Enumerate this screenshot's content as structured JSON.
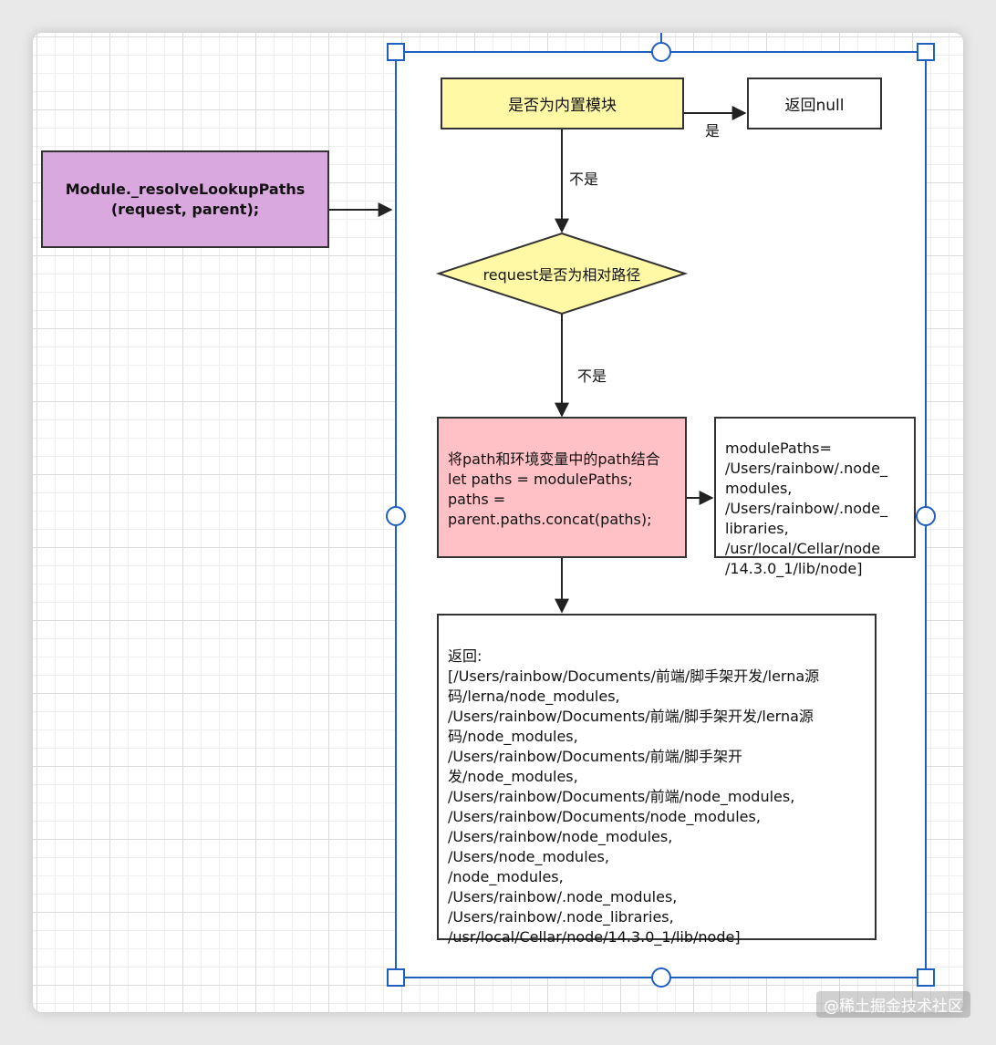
{
  "nodes": {
    "entry_call": "Module._resolveLookupPaths(request, parent);",
    "is_builtin": "是否为内置模块",
    "return_null": "返回null",
    "is_relative": "request是否为相对路径",
    "combine_paths": "将path和环境变量中的path结合\n let paths = modulePaths;\npaths =\nparent.paths.concat(paths);",
    "module_paths": "modulePaths=\n/Users/rainbow/.node_\nmodules,\n/Users/rainbow/.node_\nlibraries,\n/usr/local/Cellar/node\n/14.3.0_1/lib/node]",
    "return_list": "返回:\n[/Users/rainbow/Documents/前端/脚手架开发/lerna源\n码/lerna/node_modules,\n/Users/rainbow/Documents/前端/脚手架开发/lerna源\n码/node_modules,\n/Users/rainbow/Documents/前端/脚手架开\n发/node_modules,\n/Users/rainbow/Documents/前端/node_modules,\n/Users/rainbow/Documents/node_modules,\n/Users/rainbow/node_modules,\n/Users/node_modules,\n/node_modules,\n/Users/rainbow/.node_modules,\n/Users/rainbow/.node_libraries,\n/usr/local/Cellar/node/14.3.0_1/lib/node]"
  },
  "edge_labels": {
    "yes": "是",
    "no_1": "不是",
    "no_2": "不是"
  },
  "colors": {
    "entry_fill": "#d9a8df",
    "decision_fill": "#fff9a6",
    "process_fill": "#ffc0c6",
    "selection": "#1f5fbf"
  },
  "watermark": "@稀土掘金技术社区"
}
